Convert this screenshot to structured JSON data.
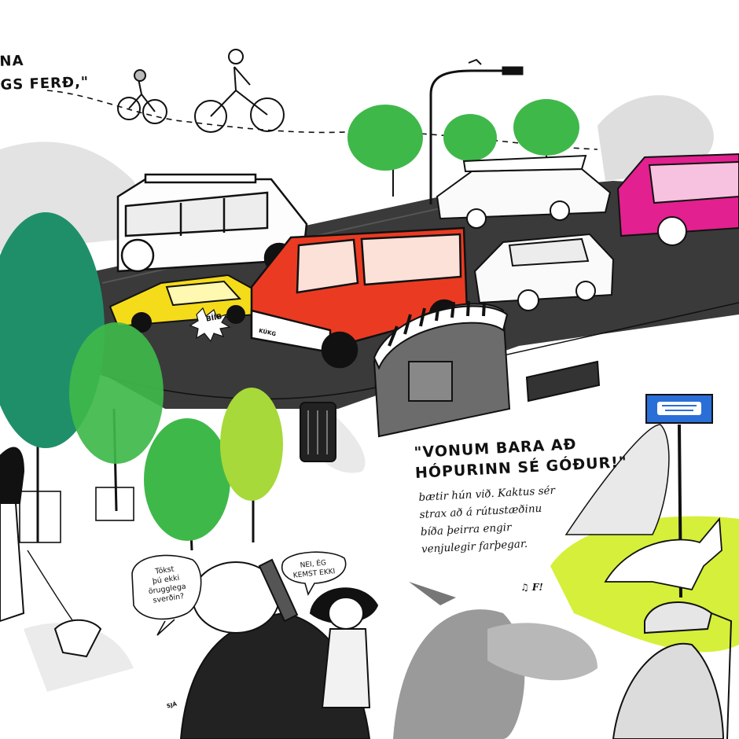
{
  "texts": {
    "caption_top": [
      "NA",
      "GS FERÐ,\""
    ],
    "quote": [
      "\"VONUM BARA AÐ",
      "HÓPURINN SÉ GÓÐUR!\""
    ],
    "narration": [
      "bætir hún við. Kaktus sér",
      "strax að á rútustæðinu",
      "bíða þeirra engir",
      "venjulegir farþegar."
    ],
    "bubble_left": [
      "Tókst",
      "þú ekki",
      "örugglega",
      "sverðin?"
    ],
    "bubble_right": "NEI, ÉG\nKEMST EKKI",
    "horn": "BÍÍB",
    "plate": "KÚKG",
    "sja": "SJÁ",
    "sound": "♫ F!"
  },
  "colors": {
    "ink": "#111111",
    "road": "#3a3a3a",
    "red_van": "#ea3b22",
    "taxi": "#f5dc1a",
    "pink_van": "#e3208f",
    "lime": "#d6ef3a",
    "grass": "#8fd63c",
    "teal_tree": "#1f8f6a",
    "green_tree": "#3fb84a",
    "bus_sign": "#2a6fd8",
    "wash_gray": "#d4d4d4"
  },
  "icons": {
    "bus_stop_sign": "bus-icon"
  }
}
